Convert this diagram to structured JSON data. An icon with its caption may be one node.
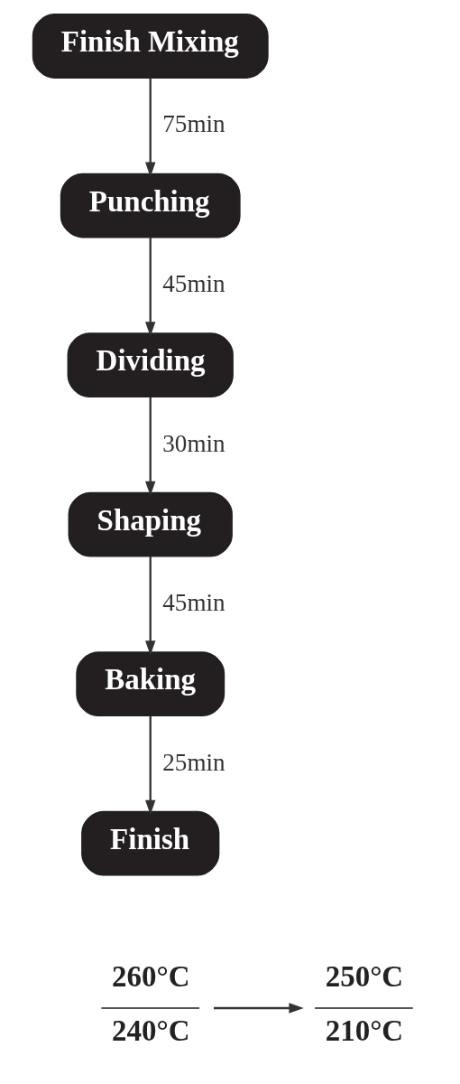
{
  "diagram": {
    "nodes": [
      {
        "text": [
          "Finish Mixing"
        ]
      },
      {
        "text": [
          "Punching"
        ]
      },
      {
        "text": [
          "Dividing"
        ]
      },
      {
        "text": [
          "Shaping"
        ]
      },
      {
        "text": [
          "Baking"
        ]
      },
      {
        "text": [
          "Finish"
        ]
      },
      {
        "text": [
          "260°C",
          "240°C"
        ]
      },
      {
        "text": [
          "250°C",
          "210°C"
        ]
      }
    ],
    "edges": [
      {
        "from": 0,
        "to": 1,
        "arrow": "to",
        "label": "75min"
      },
      {
        "from": 1,
        "to": 2,
        "arrow": "to",
        "label": "45min"
      },
      {
        "from": 2,
        "to": 3,
        "arrow": "to",
        "label": "30min"
      },
      {
        "from": 3,
        "to": 4,
        "arrow": "to",
        "label": "45min"
      },
      {
        "from": 4,
        "to": 5,
        "arrow": "to",
        "label": "25min"
      },
      {
        "from": 6,
        "to": 7,
        "arrow": "to"
      }
    ]
  }
}
